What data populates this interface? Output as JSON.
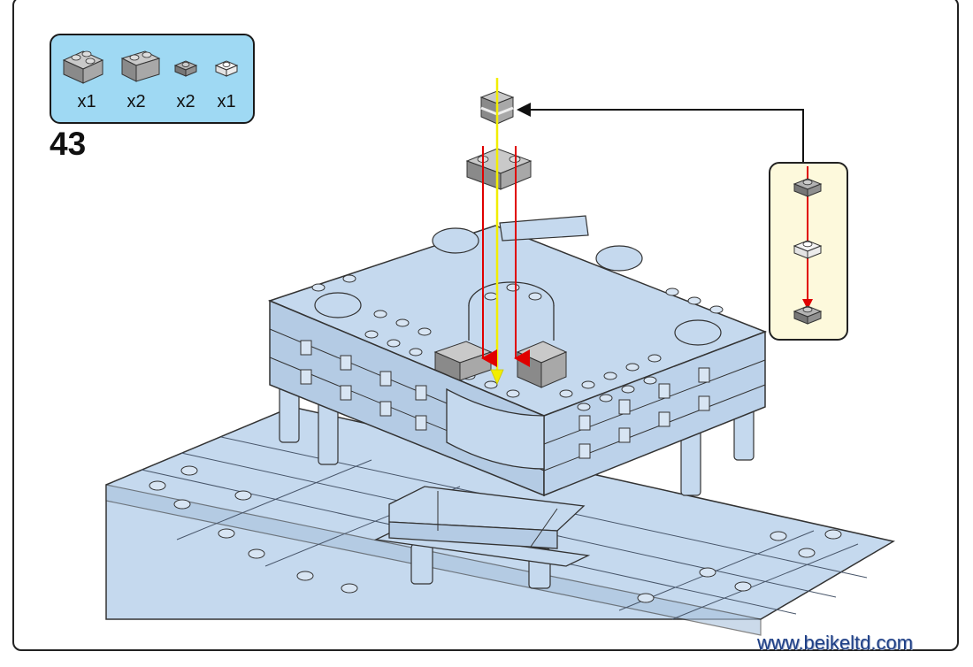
{
  "step": {
    "number": "43"
  },
  "parts_list": {
    "items": [
      {
        "icon": "corner-brick-2x2-gray-icon",
        "qty": "x1"
      },
      {
        "icon": "brick-1x2-gray-icon",
        "qty": "x2"
      },
      {
        "icon": "plate-1x1-dark-gray-icon",
        "qty": "x2"
      },
      {
        "icon": "plate-1x1-transparent-icon",
        "qty": "x1"
      }
    ]
  },
  "sub_assembly": {
    "steps": [
      "plate-1x1-dark-gray-icon",
      "plate-1x1-transparent-icon",
      "plate-1x1-dark-gray-icon"
    ]
  },
  "footer": {
    "website": "www.beikeltd.com"
  },
  "colors": {
    "parts_box_bg": "#9fd9f3",
    "sub_box_bg": "#fdf9dc",
    "model_light_blue": "#c5d9ee",
    "new_part_gray": "#9e9e9e",
    "arrow_red": "#e00000",
    "arrow_yellow": "#f2ee00",
    "url_blue": "#1e3f86"
  }
}
